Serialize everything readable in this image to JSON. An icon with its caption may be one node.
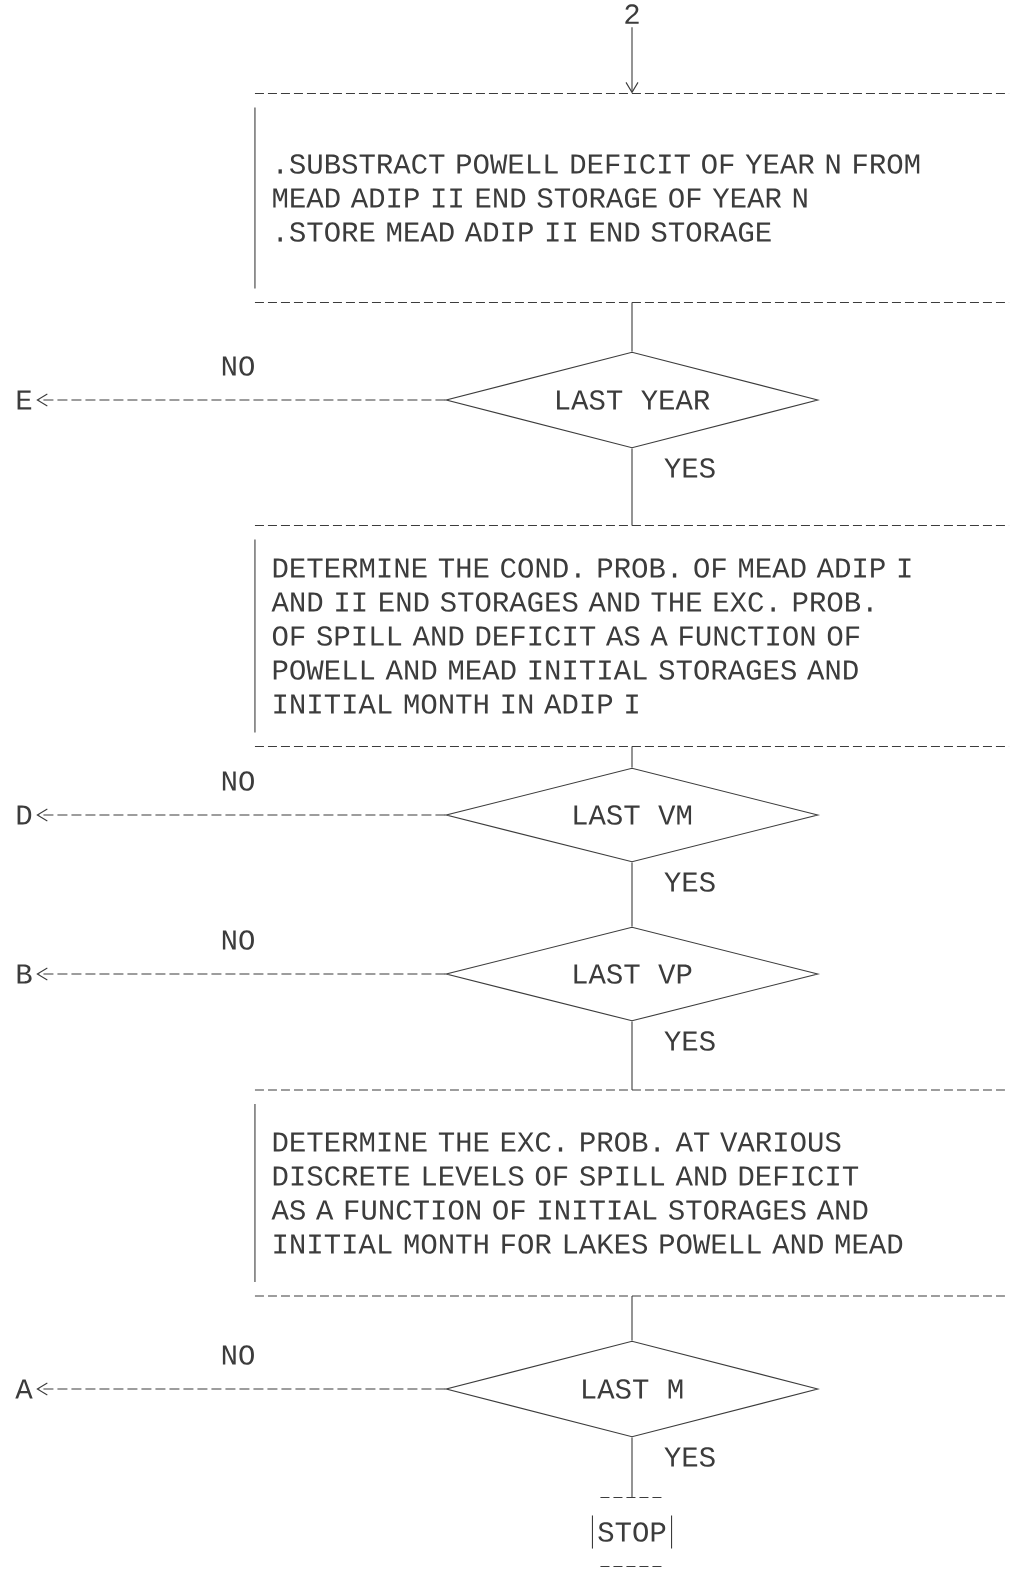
{
  "diagram": {
    "nodes": [
      {
        "text": [
          "2"
        ]
      },
      {
        "text": [
          ".SUBSTRACT POWELL DEFICIT OF YEAR N FROM MEAD ADIP II END STORAGE OF YEAR N",
          ".STORE MEAD ADIP II END STORAGE"
        ]
      },
      {
        "text": [
          "LAST YEAR"
        ]
      },
      {
        "text": [
          "E"
        ]
      },
      {
        "text": [
          "DETERMINE THE COND. PROB. OF MEAD ADIP I AND II END STORAGES AND THE EXC. PROB. OF SPILL AND DEFICIT AS A FUNCTION OF POWELL AND MEAD INITIAL STORAGES AND INITIAL MONTH IN ADIP I"
        ]
      },
      {
        "text": [
          "LAST VM"
        ]
      },
      {
        "text": [
          "D"
        ]
      },
      {
        "text": [
          "LAST VP"
        ]
      },
      {
        "text": [
          "B"
        ]
      },
      {
        "text": [
          "DETERMINE THE EXC. PROB. AT VARIOUS DISCRETE LEVELS OF SPILL AND DEFICIT AS A FUNCTION OF INITIAL STORAGES AND INITIAL MONTH FOR LAKES POWELL AND MEAD"
        ]
      },
      {
        "text": [
          "LAST M"
        ]
      },
      {
        "text": [
          "A"
        ]
      },
      {
        "text": [
          "STOP"
        ]
      }
    ],
    "edges": [
      {
        "from": 0,
        "to": 1,
        "arrow": "to"
      },
      {
        "from": 1,
        "to": 2,
        "arrow": "none"
      },
      {
        "from": 2,
        "to": 3,
        "arrow": "to",
        "label": "NO",
        "style": "dashed"
      },
      {
        "from": 2,
        "to": 4,
        "arrow": "none",
        "label": "YES"
      },
      {
        "from": 4,
        "to": 5,
        "arrow": "none"
      },
      {
        "from": 5,
        "to": 6,
        "arrow": "to",
        "label": "NO",
        "style": "dashed"
      },
      {
        "from": 5,
        "to": 7,
        "arrow": "none",
        "label": "YES"
      },
      {
        "from": 7,
        "to": 8,
        "arrow": "to",
        "label": "NO",
        "style": "dashed"
      },
      {
        "from": 7,
        "to": 9,
        "arrow": "none",
        "label": "YES"
      },
      {
        "from": 9,
        "to": 10,
        "arrow": "none"
      },
      {
        "from": 10,
        "to": 11,
        "arrow": "to",
        "label": "NO",
        "style": "dashed"
      },
      {
        "from": 10,
        "to": 12,
        "arrow": "none",
        "label": "YES"
      }
    ]
  }
}
